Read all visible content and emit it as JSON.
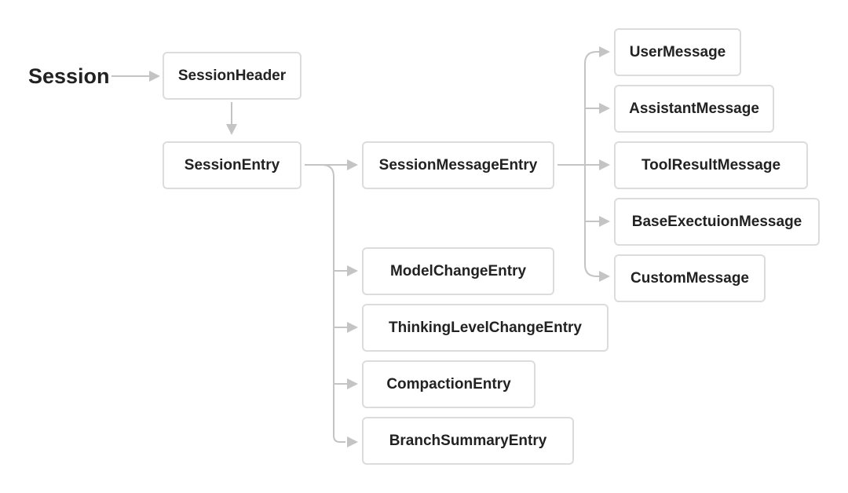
{
  "root_label": "Session",
  "nodes": {
    "session_header": "SessionHeader",
    "session_entry": "SessionEntry",
    "session_message_entry": "SessionMessageEntry",
    "model_change_entry": "ModelChangeEntry",
    "thinking_level_change_entry": "ThinkingLevelChangeEntry",
    "compaction_entry": "CompactionEntry",
    "branch_summary_entry": "BranchSummaryEntry",
    "user_message": "UserMessage",
    "assistant_message": "AssistantMessage",
    "tool_result_message": "ToolResultMessage",
    "base_execution_message": "BaseExectuionMessage",
    "custom_message": "CustomMessage"
  },
  "colors": {
    "box_border": "#dcdcdc",
    "connector": "#c4c4c4",
    "text": "#222222"
  }
}
